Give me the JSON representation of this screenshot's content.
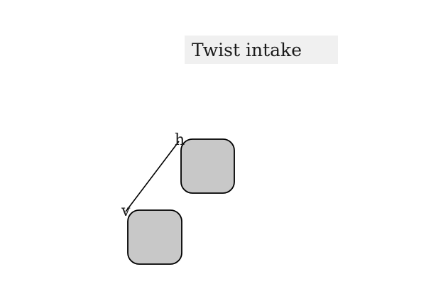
{
  "diagram": {
    "title": "Twist intake",
    "nodes": [
      {
        "id": "h",
        "label": "h"
      },
      {
        "id": "v",
        "label": "v"
      }
    ],
    "edges": [
      {
        "from": "h",
        "to": "v"
      }
    ],
    "colors": {
      "node_fill": "#c8c8c8",
      "node_stroke": "#000000",
      "edge_stroke": "#000000",
      "title_background": "#f0f0f0"
    }
  }
}
